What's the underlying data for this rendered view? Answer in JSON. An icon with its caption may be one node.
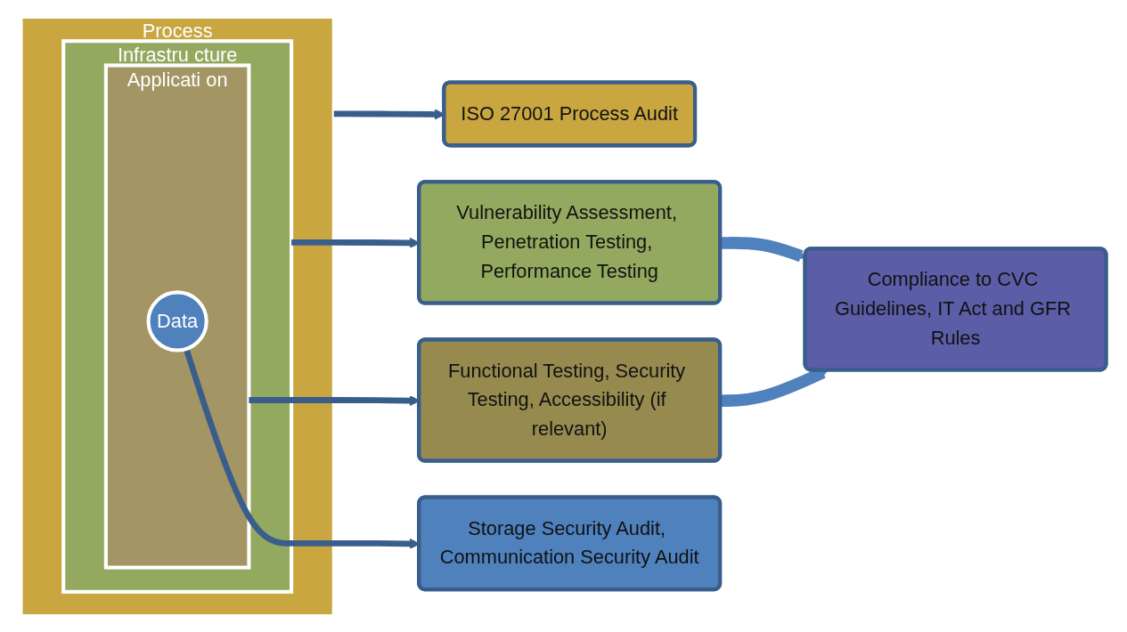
{
  "diagram": {
    "nodes": [
      {
        "text": [
          "Process"
        ]
      },
      {
        "text": [
          "Infrastru cture"
        ],
        "in": 0
      },
      {
        "text": [
          "Applicati on"
        ],
        "in": 1
      },
      {
        "text": [
          "Data"
        ],
        "in": 2
      },
      {
        "text": [
          "ISO 27001 Process Audit"
        ]
      },
      {
        "text": [
          "Vulnerability Assessment, Penetration Testing, Performance Testing"
        ]
      },
      {
        "text": [
          "Functional Testing, Security Testing, Accessibility (if relevant)"
        ]
      },
      {
        "text": [
          "Storage Security Audit, Communication Security Audit"
        ]
      },
      {
        "text": [
          "Compliance to CVC Guidelines, IT Act and GFR Rules"
        ]
      }
    ],
    "edges": [
      {
        "from": 0,
        "to": 4,
        "arrow": "to"
      },
      {
        "from": 1,
        "to": 5,
        "arrow": "to"
      },
      {
        "from": 2,
        "to": 6,
        "arrow": "to"
      },
      {
        "from": 3,
        "to": 7,
        "arrow": "to"
      },
      {
        "from": 5,
        "to": 8,
        "arrow": "to",
        "style": "thick",
        "color": "#4f81bd"
      },
      {
        "from": 6,
        "to": 8,
        "arrow": "to",
        "style": "thick",
        "color": "#4f81bd"
      }
    ]
  }
}
